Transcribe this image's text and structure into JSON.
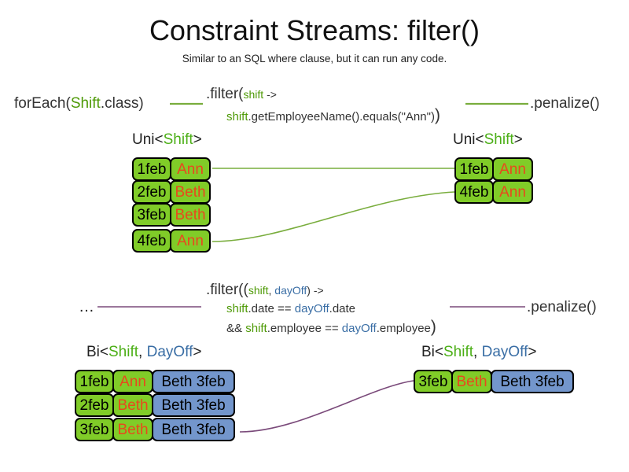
{
  "slide": {
    "title": "Constraint Streams: filter()",
    "subtitle": "Similar to an SQL where clause, but it can run any code."
  },
  "colors": {
    "green_accent": "#4caf17",
    "blue_accent": "#3a6ea5",
    "pill_green": "#80cc28",
    "pill_blue": "#7396cc",
    "name_text": "#e8491d",
    "line_green": "#79ad3d",
    "line_purple": "#7a4a7a"
  },
  "row_uni": {
    "source_label_prefix": "forEach(",
    "source_label_type": "Shift",
    "source_label_suffix": ".class)",
    "filter_head": ".filter(",
    "filter_param": "shift",
    "filter_arrow": " ->",
    "filter_body_var": "shift",
    "filter_body_rest": ".getEmployeeName().equals(\"Ann\")",
    "filter_close": ")",
    "terminal_label": ".penalize()",
    "input_stream_label": {
      "prefix": "Uni<",
      "type": "Shift",
      "suffix": ">"
    },
    "output_stream_label": {
      "prefix": "Uni<",
      "type": "Shift",
      "suffix": ">"
    },
    "input_rows": [
      {
        "date": "1feb",
        "name": "Ann"
      },
      {
        "date": "2feb",
        "name": "Beth"
      },
      {
        "date": "3feb",
        "name": "Beth"
      },
      {
        "date": "4feb",
        "name": "Ann"
      }
    ],
    "output_rows": [
      {
        "date": "1feb",
        "name": "Ann"
      },
      {
        "date": "4feb",
        "name": "Ann"
      }
    ]
  },
  "row_bi": {
    "source_label": "…",
    "filter_head": ".filter((",
    "filter_param1": "shift",
    "filter_comma": ", ",
    "filter_param2": "dayOff",
    "filter_arrow": ") ->",
    "filter_line2_var1": "shift",
    "filter_line2_mid": ".date == ",
    "filter_line2_var2": "dayOff",
    "filter_line2_end": ".date",
    "filter_line3_pre": "&& ",
    "filter_line3_var1": "shift",
    "filter_line3_mid": ".employee == ",
    "filter_line3_var2": "dayOff",
    "filter_line3_end": ".employee",
    "filter_close": ")",
    "terminal_label": ".penalize()",
    "input_stream_label": {
      "prefix": "Bi<",
      "type1": "Shift",
      "sep": ", ",
      "type2": "DayOff",
      "suffix": ">"
    },
    "output_stream_label": {
      "prefix": "Bi<",
      "type1": "Shift",
      "sep": ", ",
      "type2": "DayOff",
      "suffix": ">"
    },
    "input_rows": [
      {
        "date": "1feb",
        "name": "Ann",
        "dayoff": "Beth 3feb"
      },
      {
        "date": "2feb",
        "name": "Beth",
        "dayoff": "Beth 3feb"
      },
      {
        "date": "3feb",
        "name": "Beth",
        "dayoff": "Beth 3feb"
      }
    ],
    "output_rows": [
      {
        "date": "3feb",
        "name": "Beth",
        "dayoff": "Beth 3feb"
      }
    ]
  }
}
